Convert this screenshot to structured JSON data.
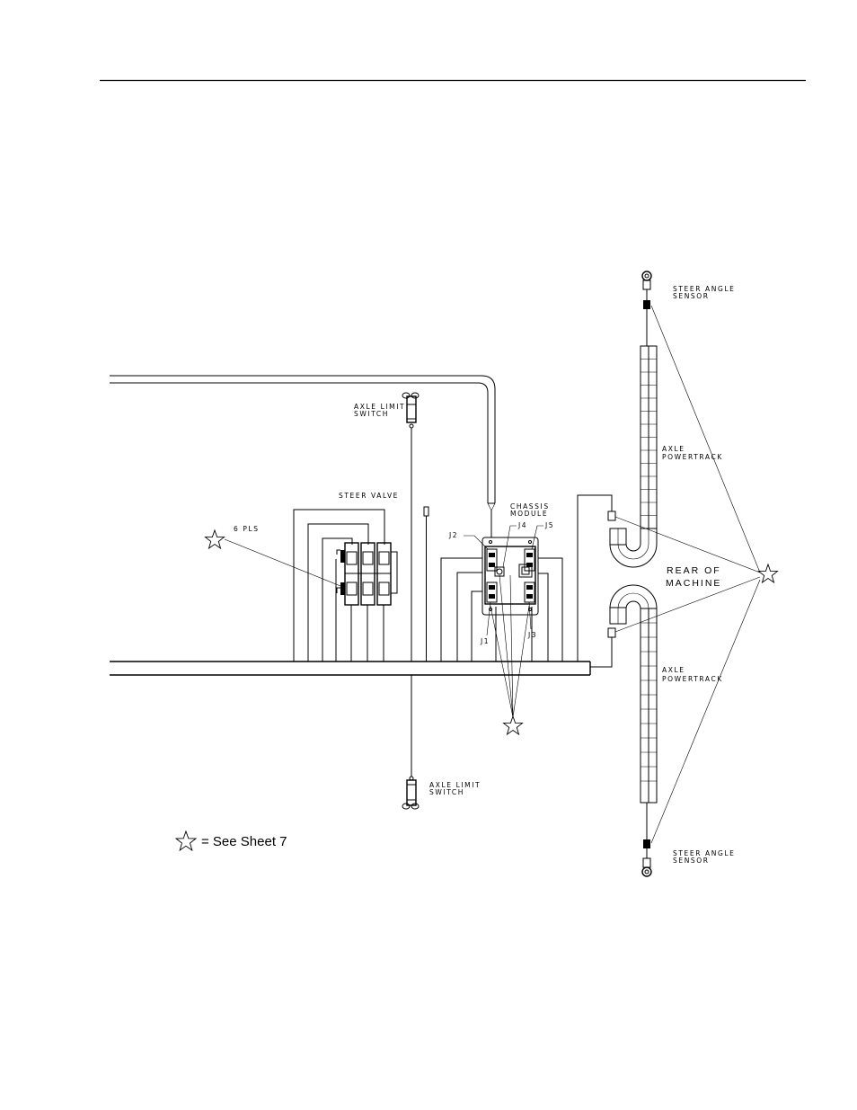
{
  "labels": {
    "steer_angle_sensor_top": [
      "STEER ANGLE",
      "SENSOR"
    ],
    "axle_limit_switch_top": [
      "AXLE LIMIT",
      "SWITCH"
    ],
    "axle_powertrack_top": [
      "AXLE",
      "POWERTRACK"
    ],
    "steer_valve": "STEER VALVE",
    "chassis_module": [
      "CHASSIS",
      "MODULE"
    ],
    "six_pls": "6 PLS",
    "rear_of_machine": [
      "REAR OF",
      "MACHINE"
    ],
    "axle_powertrack_bottom": [
      "AXLE",
      "POWERTRACK"
    ],
    "axle_limit_switch_bottom": [
      "AXLE LIMIT",
      "SWITCH"
    ],
    "steer_angle_sensor_bottom": [
      "STEER ANGLE",
      "SENSOR"
    ],
    "connectors": {
      "j1": "J1",
      "j2": "J2",
      "j3": "J3",
      "j4": "J4",
      "j5": "J5"
    }
  },
  "legend": {
    "text": "= See Sheet 7"
  }
}
